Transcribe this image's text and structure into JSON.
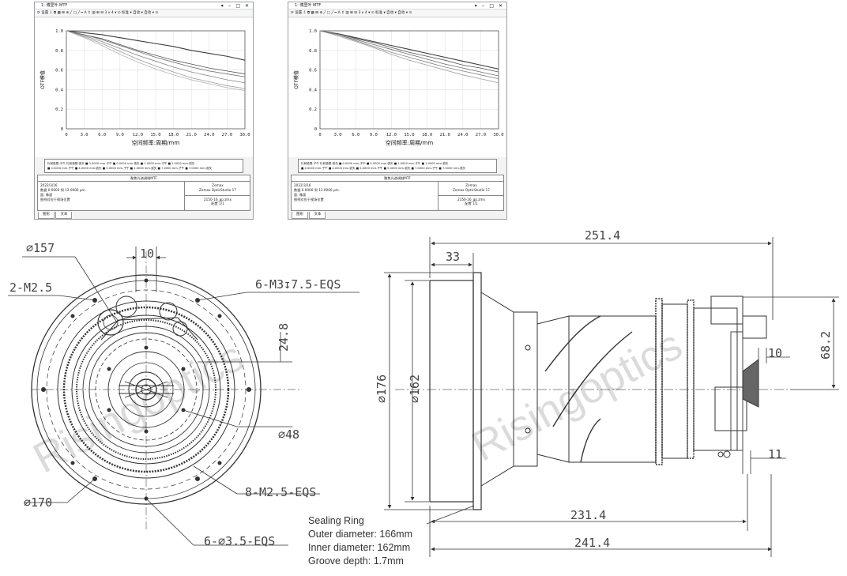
{
  "otf_window": {
    "title": "1: 傅里叶 MTF",
    "window_controls": "▾ ‒ □ ✕",
    "toolbar": "⟳ 设置  ⇩ ⧉ ▦ ⊞ ⊕ ╱ □ ╱ ━ A ↕ ▥ ⊞ ⊟ 3 x 4 ▾ ⊙  标准 ▾ 自动 ▾  自动 ▾ ⊙",
    "ylabel": "OTF模值",
    "xlabel": "空间频率:周期/mm",
    "y_ticks": [
      "1.0",
      "0.8",
      "0.6",
      "0.4",
      "0.2",
      "0"
    ],
    "x_ticks": [
      "0",
      "3.0",
      "6.0",
      "9.0",
      "12.0",
      "15.0",
      "18.0",
      "21.0",
      "24.0",
      "27.0",
      "30.0"
    ],
    "legend_row1": "衍射极限-子午  衍射极限-弧矢  ■ 0.0000 mm-子午  ■ 0.0000 mm-弧矢  ■ 1.0000 mm-子午  ■ 1.0000 mm-弧矢",
    "legend_row2": "■ 4.0000 mm-子午  ■ 4.0000 mm-弧矢  ■ 5.0000 mm-子午  ■ 5.0000 mm-弧矢  ■ 7.0000 mm-子午  ■ 7.0000 mm-弧矢",
    "panel_title": "聚焦光谱调制MTF",
    "info_date": "2022/3/16",
    "info_data": "数据 0.0000 到 12.0000 µm.",
    "info_surface": "面: 像面",
    "info_note": "图例对应于视场位置",
    "software_name": "Zemax",
    "software_version": "Zemax OpticStudio 17",
    "file_name": "2150-16_gp.zmx",
    "file_config": "配置 1/1",
    "tab_1": "图形",
    "tab_2": "文本"
  },
  "chart_data": [
    {
      "type": "line",
      "title": "",
      "xlabel": "空间频率:周期/mm",
      "ylabel": "OTF模值",
      "xlim": [
        0,
        30
      ],
      "ylim": [
        0,
        1
      ],
      "grid": true,
      "x": [
        0,
        3,
        6,
        9,
        12,
        15,
        18,
        21,
        24,
        27,
        30
      ],
      "series": [
        {
          "values": [
            1.0,
            0.98,
            0.96,
            0.93,
            0.9,
            0.87,
            0.84,
            0.8,
            0.77,
            0.74,
            0.7
          ]
        },
        {
          "values": [
            1.0,
            0.96,
            0.92,
            0.86,
            0.8,
            0.75,
            0.7,
            0.66,
            0.62,
            0.59,
            0.56
          ]
        },
        {
          "values": [
            1.0,
            0.96,
            0.91,
            0.85,
            0.79,
            0.73,
            0.68,
            0.63,
            0.59,
            0.56,
            0.53
          ]
        },
        {
          "values": [
            1.0,
            0.95,
            0.89,
            0.82,
            0.75,
            0.69,
            0.63,
            0.58,
            0.54,
            0.5,
            0.47
          ]
        },
        {
          "values": [
            1.0,
            0.94,
            0.87,
            0.79,
            0.71,
            0.64,
            0.58,
            0.52,
            0.48,
            0.44,
            0.41
          ]
        },
        {
          "values": [
            1.0,
            0.93,
            0.85,
            0.76,
            0.68,
            0.61,
            0.55,
            0.5,
            0.46,
            0.42,
            0.39
          ]
        }
      ]
    },
    {
      "type": "line",
      "title": "",
      "xlabel": "空间频率:周期/mm",
      "ylabel": "OTF模值",
      "xlim": [
        0,
        30
      ],
      "ylim": [
        0,
        1
      ],
      "grid": true,
      "x": [
        0,
        3,
        6,
        9,
        12,
        15,
        18,
        21,
        24,
        27,
        30
      ],
      "series": [
        {
          "values": [
            1.0,
            0.97,
            0.93,
            0.89,
            0.85,
            0.81,
            0.77,
            0.73,
            0.69,
            0.65,
            0.61
          ]
        },
        {
          "values": [
            1.0,
            0.97,
            0.92,
            0.88,
            0.83,
            0.78,
            0.74,
            0.7,
            0.65,
            0.62,
            0.58
          ]
        },
        {
          "values": [
            1.0,
            0.96,
            0.91,
            0.86,
            0.81,
            0.76,
            0.71,
            0.66,
            0.62,
            0.58,
            0.54
          ]
        },
        {
          "values": [
            1.0,
            0.96,
            0.9,
            0.84,
            0.78,
            0.73,
            0.68,
            0.63,
            0.59,
            0.55,
            0.51
          ]
        },
        {
          "values": [
            1.0,
            0.95,
            0.89,
            0.83,
            0.76,
            0.7,
            0.65,
            0.6,
            0.55,
            0.51,
            0.47
          ]
        }
      ]
    }
  ],
  "drawing": {
    "watermark": "Risingoptics",
    "front_dims": {
      "d157": "∅157",
      "w10": "10",
      "m25": "2-M2.5",
      "m3": "6-M3↧7.5-EQS",
      "h248": "24.8",
      "d48": "∅48",
      "m25b": "8-M2.5-EQS",
      "d170": "∅170",
      "holes": "6-∅3.5-EQS"
    },
    "side_dims": {
      "l2514": "251.4",
      "l33": "33",
      "d176": "∅176",
      "d162": "∅162",
      "h682": "68.2",
      "w10": "10",
      "w11": "11",
      "l2314": "231.4",
      "l2414": "241.4"
    },
    "note": {
      "title": "Sealing Ring",
      "outer": "Outer diameter: 166mm",
      "inner": "Inner diameter: 162mm",
      "groove": "Groove depth: 1.7mm"
    }
  }
}
